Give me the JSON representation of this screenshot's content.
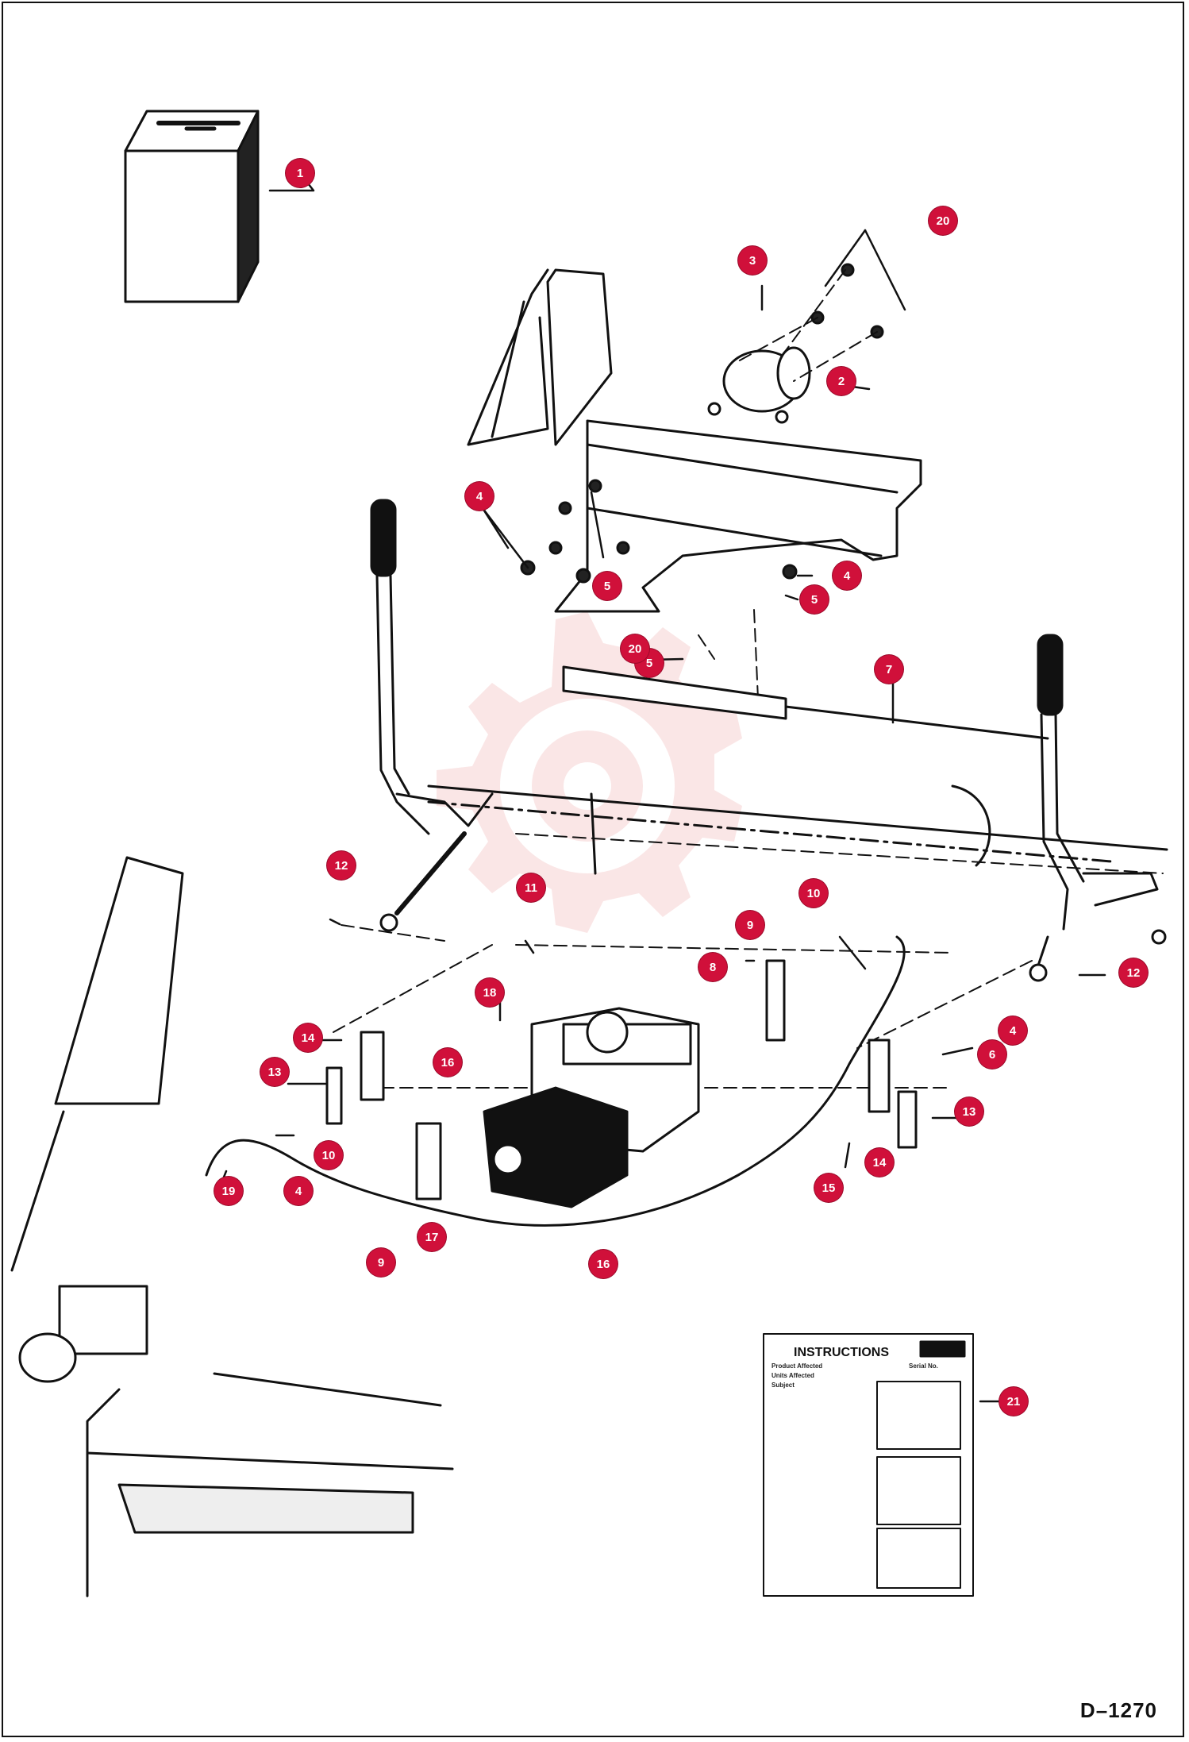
{
  "drawing_ref": "D–1270",
  "instructions_sheet": {
    "title": "INSTRUCTIONS",
    "lines": [
      "Product Affected",
      "Units Affected",
      "Subject",
      "Serial No."
    ]
  },
  "callouts": [
    {
      "n": "1"
    },
    {
      "n": "2"
    },
    {
      "n": "3"
    },
    {
      "n": "4"
    },
    {
      "n": "4"
    },
    {
      "n": "4"
    },
    {
      "n": "4"
    },
    {
      "n": "5"
    },
    {
      "n": "5"
    },
    {
      "n": "5"
    },
    {
      "n": "6"
    },
    {
      "n": "7"
    },
    {
      "n": "8"
    },
    {
      "n": "9"
    },
    {
      "n": "9"
    },
    {
      "n": "10"
    },
    {
      "n": "10"
    },
    {
      "n": "11"
    },
    {
      "n": "12"
    },
    {
      "n": "12"
    },
    {
      "n": "13"
    },
    {
      "n": "13"
    },
    {
      "n": "14"
    },
    {
      "n": "14"
    },
    {
      "n": "15"
    },
    {
      "n": "16"
    },
    {
      "n": "16"
    },
    {
      "n": "17"
    },
    {
      "n": "18"
    },
    {
      "n": "19"
    },
    {
      "n": "20"
    },
    {
      "n": "20"
    },
    {
      "n": "21"
    }
  ],
  "colors": {
    "callout": "#d0103a",
    "line": "#111111",
    "watermark": "#f2c6c6"
  }
}
